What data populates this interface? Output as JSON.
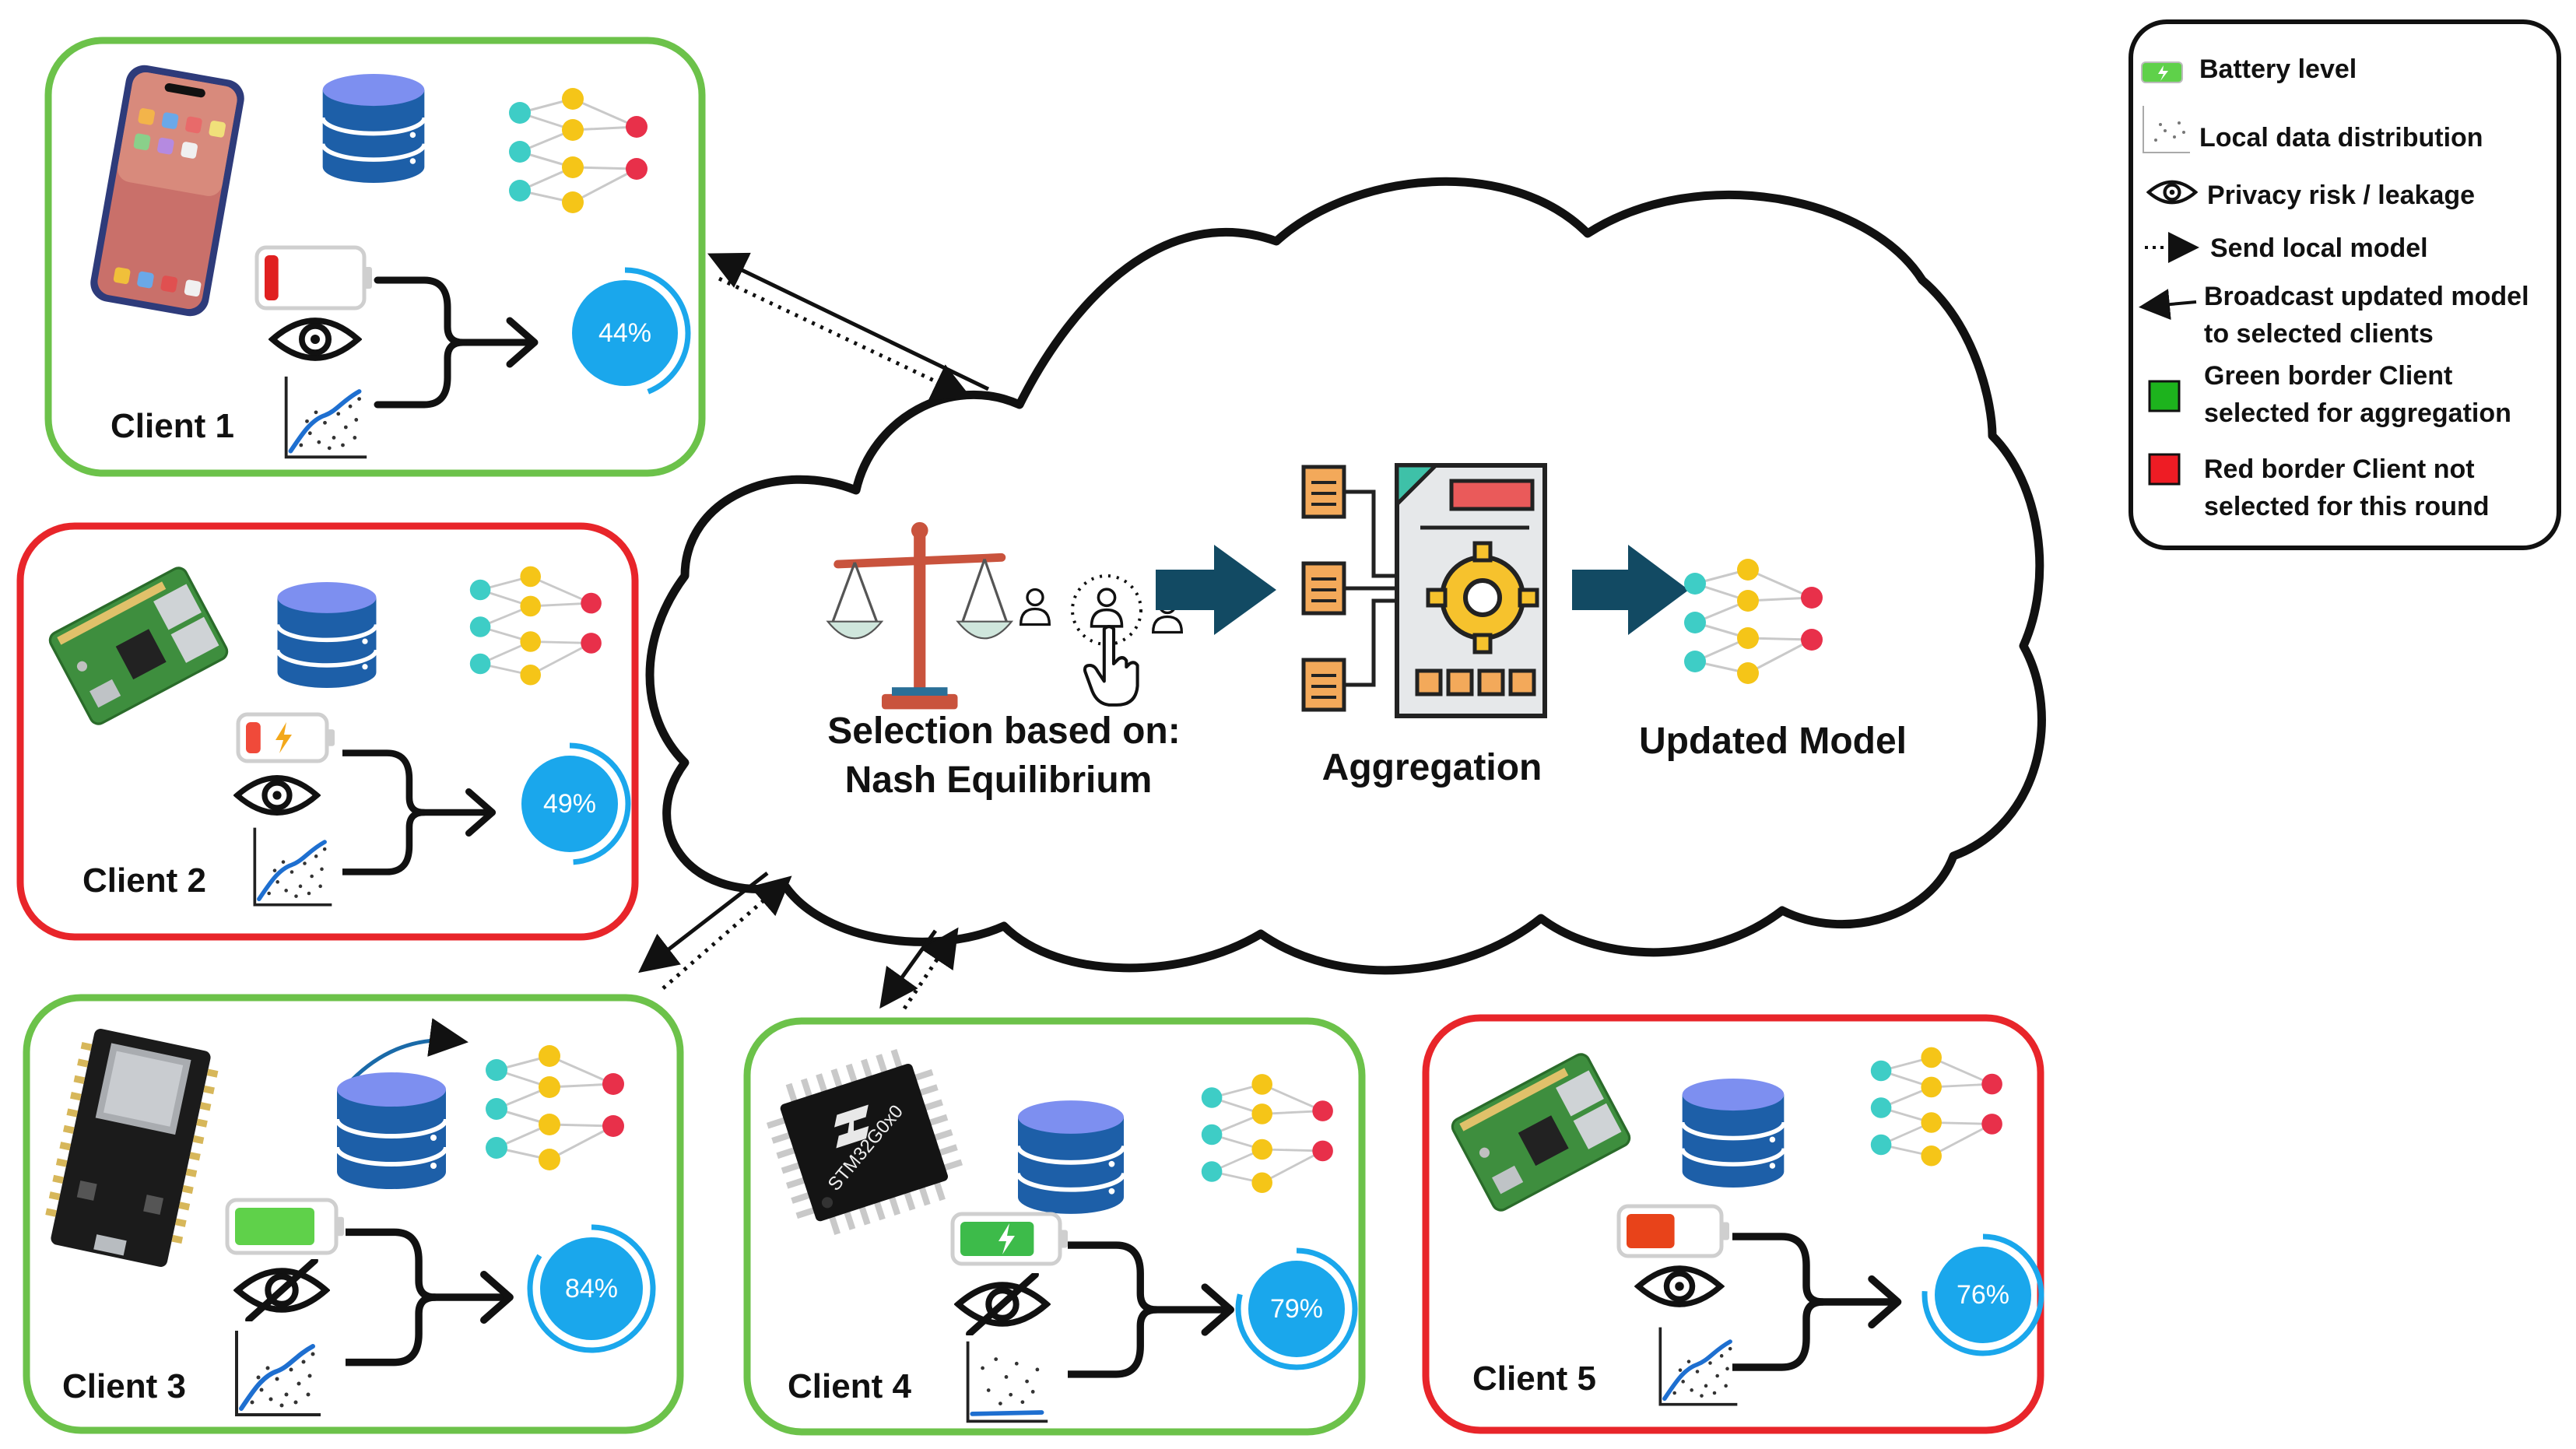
{
  "legend": {
    "battery": "Battery level",
    "distribution": "Local data distribution",
    "privacy": "Privacy risk / leakage",
    "send": "Send local model",
    "broadcast_line1": "Broadcast updated model",
    "broadcast_line2": "to selected clients",
    "green_line1": "Green border Client",
    "green_line2": "selected for aggregation",
    "red_line1": "Red border Client not",
    "red_line2": "selected for this round"
  },
  "cloud": {
    "selection_line1": "Selection based on:",
    "selection_line2": "Nash Equilibrium",
    "aggregation": "Aggregation",
    "updated_model": "Updated Model"
  },
  "chip_label": "STM32G0x0",
  "clients": [
    {
      "name": "Client 1",
      "score": "44%",
      "score_value": 44,
      "battery_level": 0.15,
      "battery_color": "#e02020",
      "charging": false,
      "privacy_hidden": false,
      "selected": true,
      "border_color": "#6cc24a",
      "device": "smartphone"
    },
    {
      "name": "Client 2",
      "score": "49%",
      "score_value": 49,
      "battery_level": 0.2,
      "battery_color": "#f04a3a",
      "charging": true,
      "privacy_hidden": false,
      "selected": false,
      "border_color": "#e8252a",
      "device": "raspberry-pi"
    },
    {
      "name": "Client 3",
      "score": "84%",
      "score_value": 84,
      "battery_level": 0.85,
      "battery_color": "#5fd14a",
      "charging": false,
      "privacy_hidden": true,
      "selected": true,
      "border_color": "#6cc24a",
      "device": "esp32-board"
    },
    {
      "name": "Client 4",
      "score": "79%",
      "score_value": 79,
      "battery_level": 0.8,
      "battery_color": "#3dbb4a",
      "charging": true,
      "privacy_hidden": true,
      "selected": true,
      "border_color": "#6cc24a",
      "device": "stm32-chip"
    },
    {
      "name": "Client 5",
      "score": "76%",
      "score_value": 76,
      "battery_level": 0.55,
      "battery_color": "#e8431a",
      "charging": false,
      "privacy_hidden": false,
      "selected": false,
      "border_color": "#e8252a",
      "device": "raspberry-pi"
    }
  ],
  "colors": {
    "green_border": "#6cc24a",
    "red_border": "#e8252a",
    "score_ring": "#1aa7ec",
    "arrow_dark": "#124a63",
    "db_blue": "#1d5fa8"
  }
}
